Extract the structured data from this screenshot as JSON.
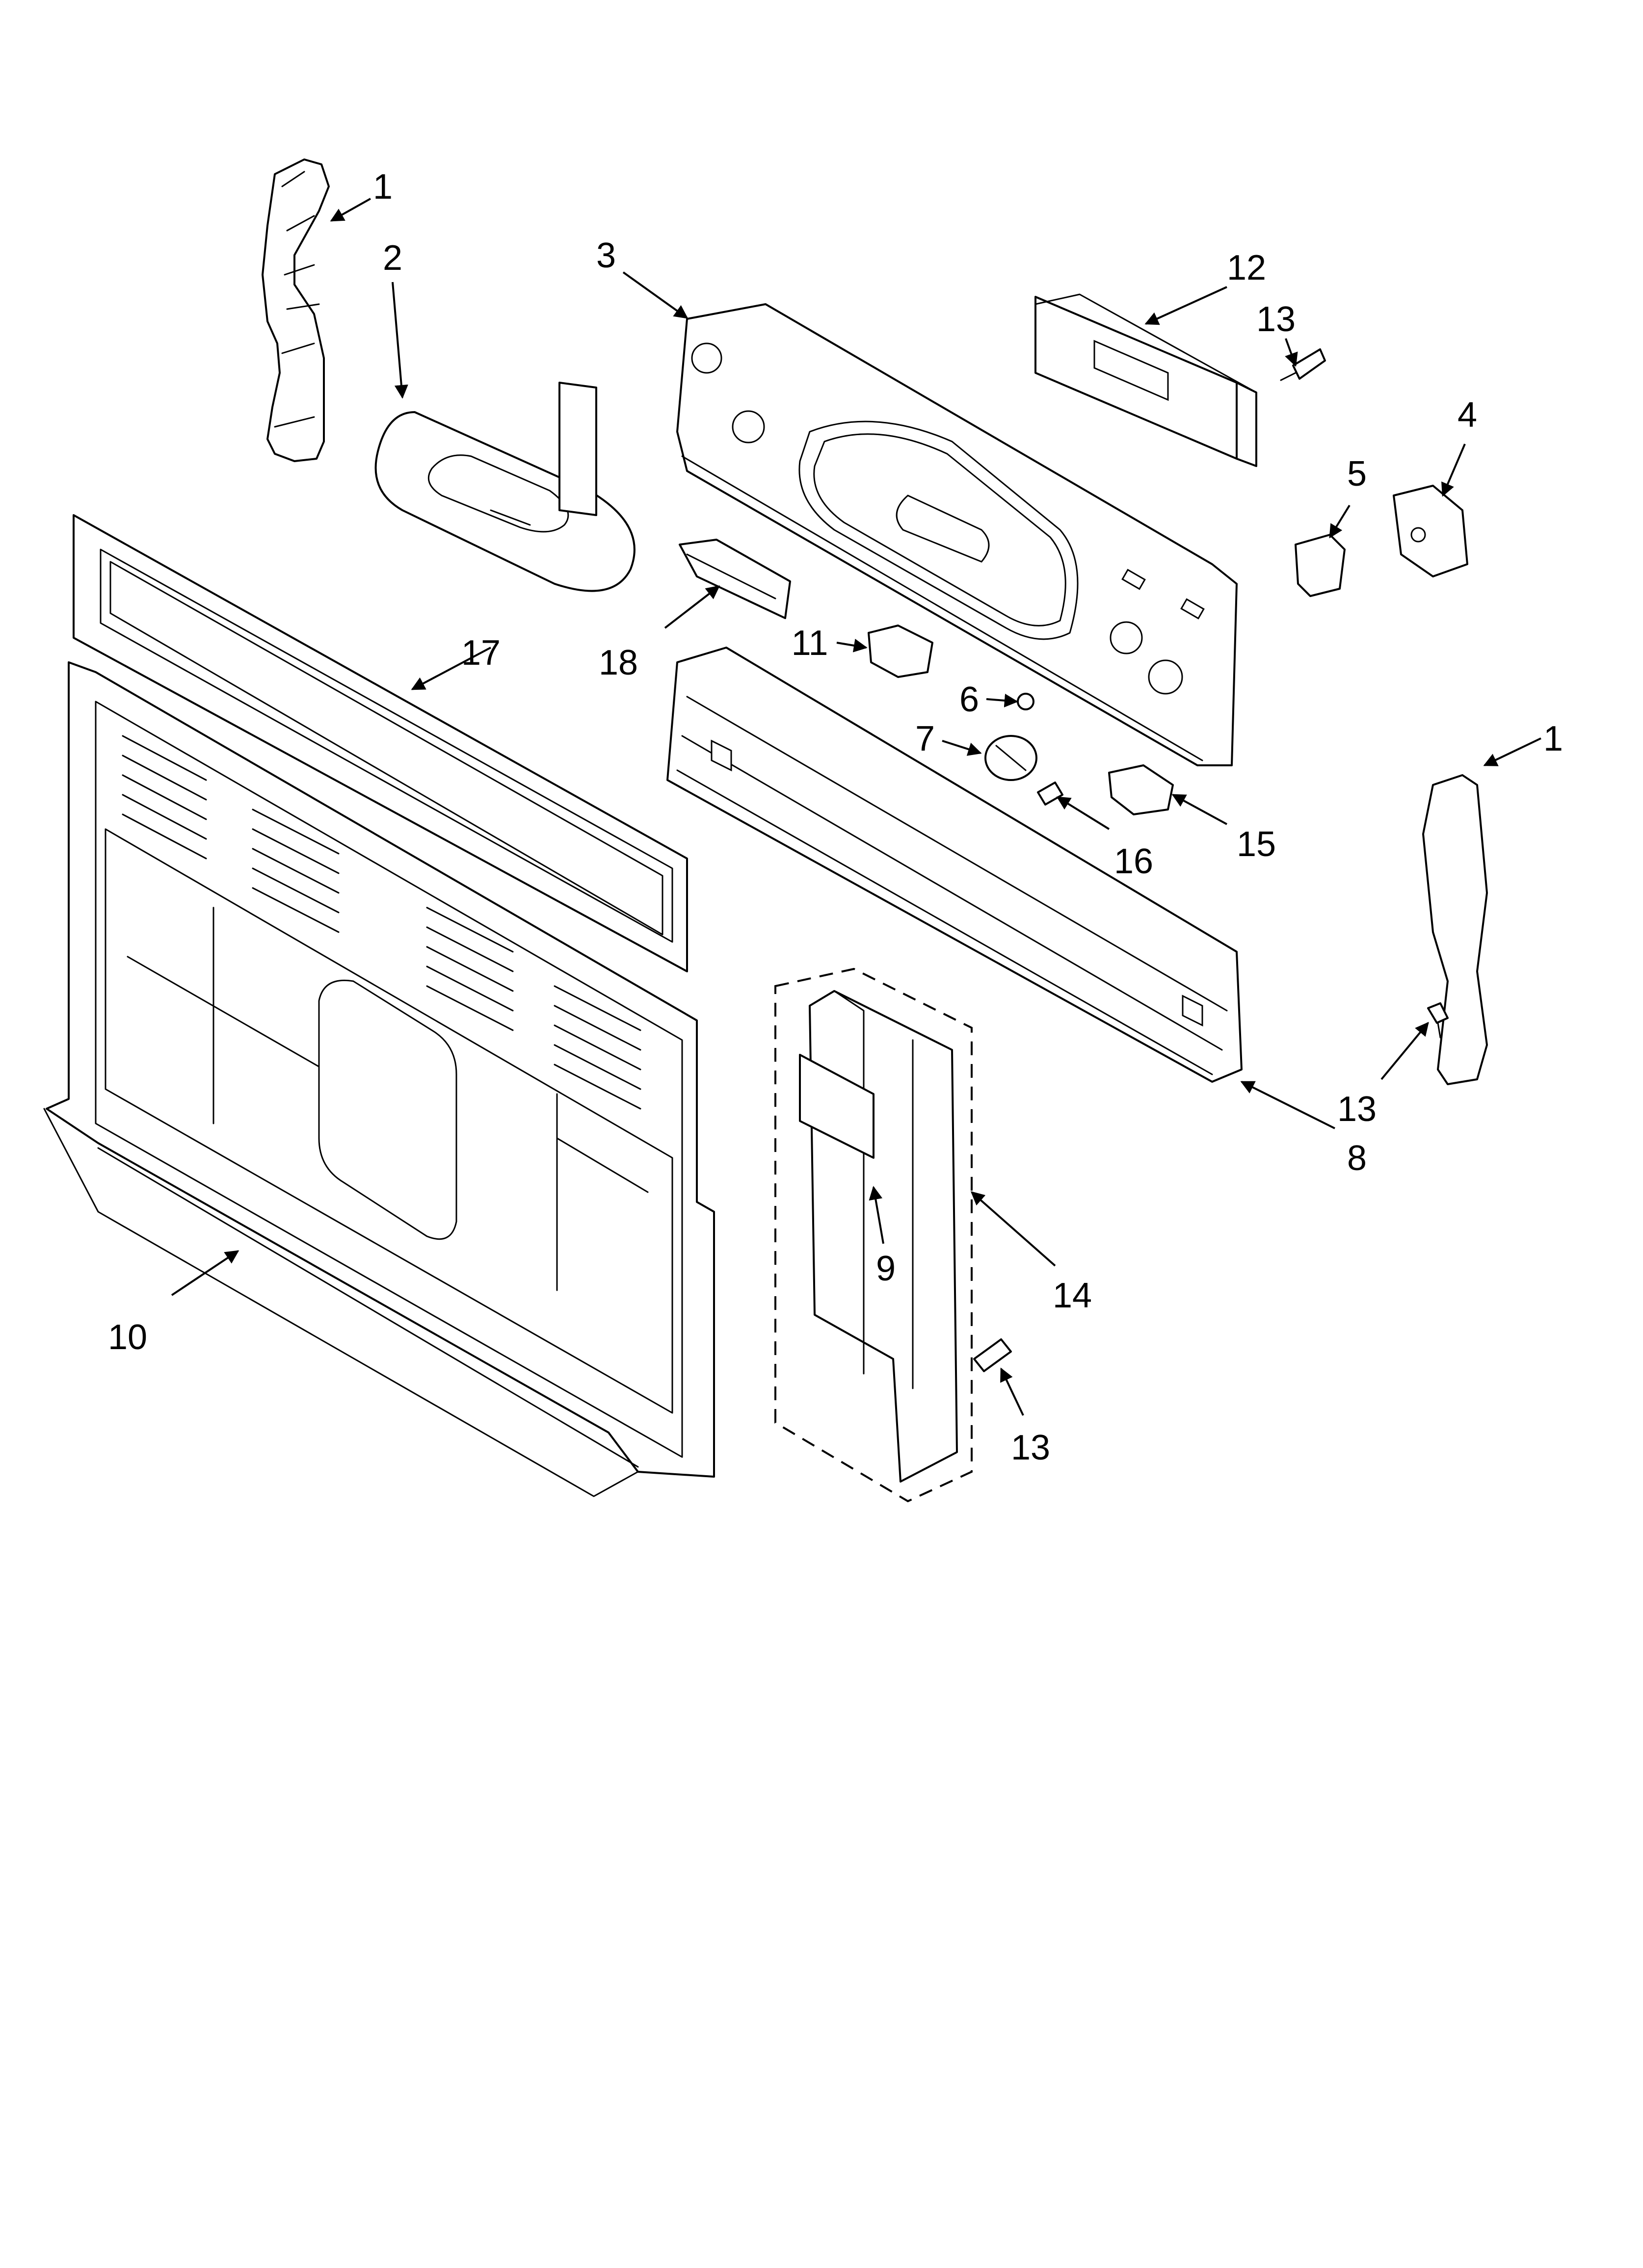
{
  "diagram": {
    "callouts": [
      {
        "id": "c1a",
        "label": "1"
      },
      {
        "id": "c1b",
        "label": "1"
      },
      {
        "id": "c2",
        "label": "2"
      },
      {
        "id": "c3",
        "label": "3"
      },
      {
        "id": "c4",
        "label": "4"
      },
      {
        "id": "c5",
        "label": "5"
      },
      {
        "id": "c6",
        "label": "6"
      },
      {
        "id": "c7",
        "label": "7"
      },
      {
        "id": "c8",
        "label": "8"
      },
      {
        "id": "c9",
        "label": "9"
      },
      {
        "id": "c10",
        "label": "10"
      },
      {
        "id": "c11",
        "label": "11"
      },
      {
        "id": "c12",
        "label": "12"
      },
      {
        "id": "c13a",
        "label": "13"
      },
      {
        "id": "c13b",
        "label": "13"
      },
      {
        "id": "c13c",
        "label": "13"
      },
      {
        "id": "c14",
        "label": "14"
      },
      {
        "id": "c15",
        "label": "15"
      },
      {
        "id": "c16",
        "label": "16"
      },
      {
        "id": "c17",
        "label": "17"
      },
      {
        "id": "c18",
        "label": "18"
      }
    ]
  }
}
